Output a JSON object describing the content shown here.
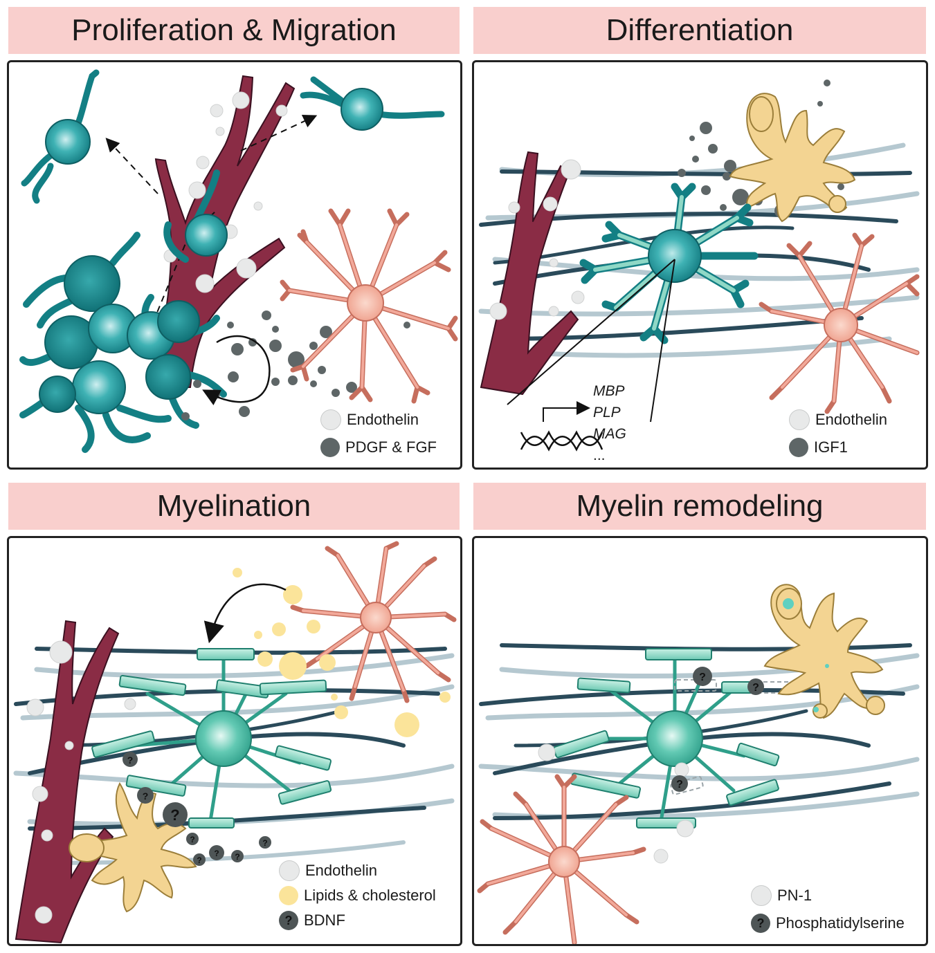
{
  "panels": {
    "proliferation": {
      "title": "Proliferation & Migration",
      "legend": [
        {
          "label": "Endothelin",
          "icon": "endothelin-dot-icon"
        },
        {
          "label": "PDGF & FGF",
          "icon": "growth-factor-dot-icon"
        }
      ]
    },
    "differentiation": {
      "title": "Differentiation",
      "genes": [
        "MBP",
        "PLP",
        "MAG",
        "..."
      ],
      "legend": [
        {
          "label": "Endothelin",
          "icon": "endothelin-dot-icon"
        },
        {
          "label": "IGF1",
          "icon": "igf1-dot-icon"
        }
      ]
    },
    "myelination": {
      "title": "Myelination",
      "legend": [
        {
          "label": "Endothelin",
          "icon": "endothelin-dot-icon"
        },
        {
          "label": "Lipids & cholesterol",
          "icon": "lipid-dot-icon"
        },
        {
          "label": "BDNF",
          "icon": "bdnf-question-dot-icon"
        }
      ]
    },
    "remodeling": {
      "title": "Myelin remodeling",
      "legend": [
        {
          "label": "PN-1",
          "icon": "pn1-dot-icon"
        },
        {
          "label": "Phosphatidylserine",
          "icon": "phosphatidylserine-question-dot-icon"
        }
      ]
    }
  },
  "question_mark": "?",
  "colors": {
    "header_bg": "#f9cfcd",
    "opc": "#2a9ea0",
    "opc_dark": "#137f84",
    "vessel": "#8a2c45",
    "astrocyte": "#f2a99a",
    "microglia": "#f3d492",
    "axon": "#2a4a5a",
    "myelin": "#8fd8c6",
    "endothelin": "#e8e9e9",
    "growth_factor": "#5e6667",
    "lipid": "#fbe49a"
  }
}
